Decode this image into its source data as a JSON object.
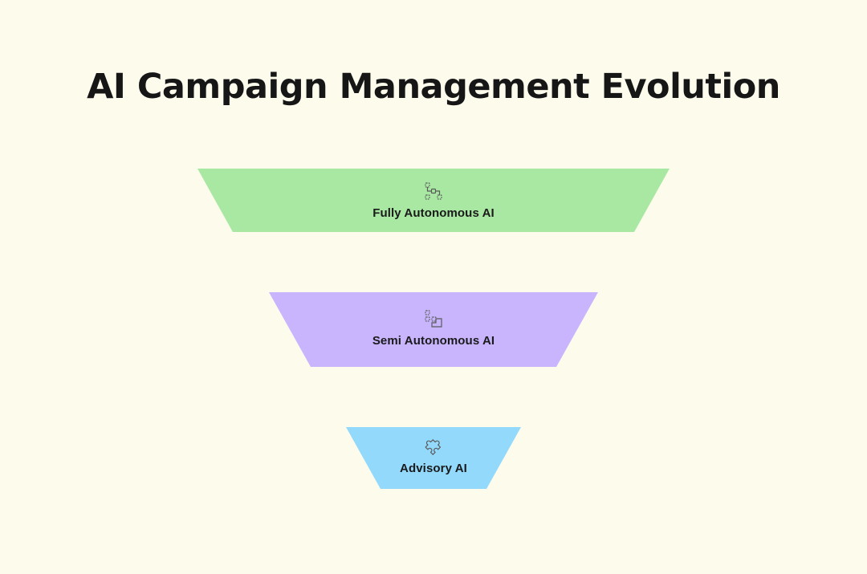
{
  "title": "AI Campaign Management Evolution",
  "tiers": [
    {
      "label": "Fully Autonomous AI",
      "color": "#a8e8a2",
      "icon": "autonomous-nodes-icon"
    },
    {
      "label": "Semi Autonomous AI",
      "color": "#c9b5fe",
      "icon": "semi-autonomous-steps-icon"
    },
    {
      "label": "Advisory AI",
      "color": "#92d9fc",
      "icon": "puzzle-icon"
    }
  ]
}
